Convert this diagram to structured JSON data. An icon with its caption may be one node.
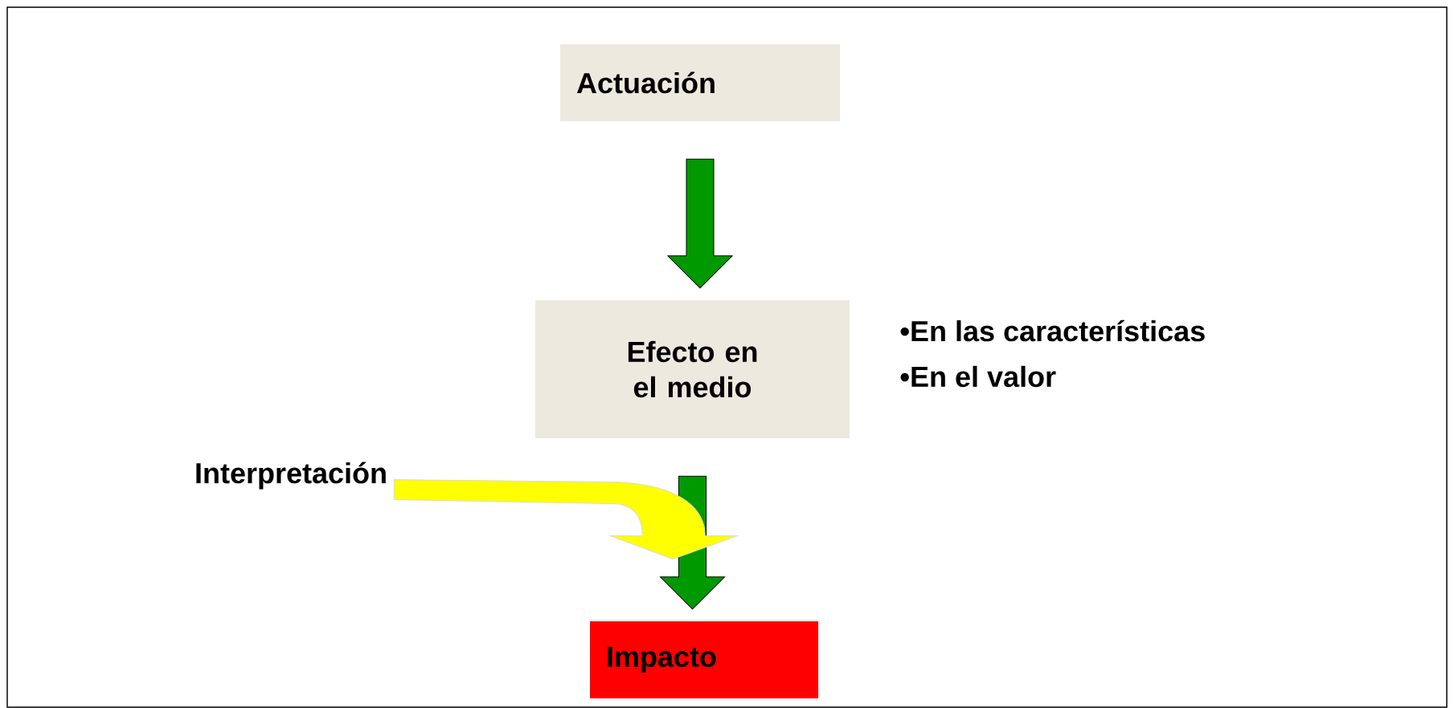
{
  "diagram": {
    "nodes": [
      {
        "text": [
          "Actuación"
        ]
      },
      {
        "text": [
          "Efecto en el medio"
        ],
        "beside": [
          "•En las características",
          "•En el valor"
        ]
      },
      {
        "text": [
          "Impacto"
        ]
      },
      {
        "text": [
          "Interpretación"
        ]
      }
    ],
    "edges": [
      {
        "from": 0,
        "to": 1,
        "arrow": "to"
      },
      {
        "from": 1,
        "to": 2,
        "arrow": "to"
      },
      {
        "from": 3,
        "to": null,
        "arrow": "to",
        "color": "#ffff00"
      }
    ]
  }
}
